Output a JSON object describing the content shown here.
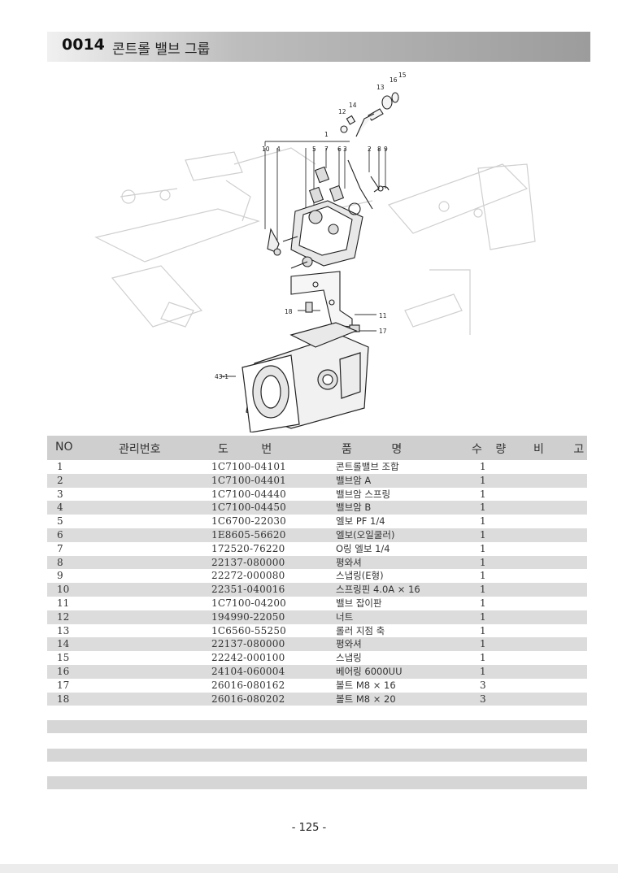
{
  "header": {
    "code": "0014",
    "title": "콘트롤 밸브 그룹"
  },
  "diagram": {
    "callouts": [
      "15",
      "16",
      "13",
      "14",
      "12",
      "1",
      "10",
      "4",
      "5",
      "7",
      "6",
      "3",
      "2",
      "8",
      "9",
      "18",
      "11",
      "17",
      "43-1"
    ]
  },
  "table": {
    "headers": {
      "no": "NO",
      "mgmt": "관리번호",
      "drawing": "도 번",
      "name": "품 명",
      "qty": "수 량",
      "remark": "비 고"
    },
    "rows": [
      {
        "no": "1",
        "part": "1C7100-04101",
        "name": "콘트롤밸브 조합",
        "qty": "1"
      },
      {
        "no": "2",
        "part": "1C7100-04401",
        "name": "밸브암 A",
        "qty": "1"
      },
      {
        "no": "3",
        "part": "1C7100-04440",
        "name": "밸브암 스프링",
        "qty": "1"
      },
      {
        "no": "4",
        "part": "1C7100-04450",
        "name": "밸브암 B",
        "qty": "1"
      },
      {
        "no": "5",
        "part": "1C6700-22030",
        "name": "엘보 PF 1/4",
        "qty": "1"
      },
      {
        "no": "6",
        "part": "1E8605-56620",
        "name": "엘보(오일쿨러)",
        "qty": "1"
      },
      {
        "no": "7",
        "part": "172520-76220",
        "name": "O링 엘보 1/4",
        "qty": "1"
      },
      {
        "no": "8",
        "part": "22137-080000",
        "name": "평와셔",
        "qty": "1"
      },
      {
        "no": "9",
        "part": "22272-000080",
        "name": "스냅링(E형)",
        "qty": "1"
      },
      {
        "no": "10",
        "part": "22351-040016",
        "name": "스프링핀 4.0A × 16",
        "qty": "1"
      },
      {
        "no": "11",
        "part": "1C7100-04200",
        "name": "밸브 잡이판",
        "qty": "1"
      },
      {
        "no": "12",
        "part": "194990-22050",
        "name": "너트",
        "qty": "1"
      },
      {
        "no": "13",
        "part": "1C6560-55250",
        "name": "롤러 지점 축",
        "qty": "1"
      },
      {
        "no": "14",
        "part": "22137-080000",
        "name": "평와셔",
        "qty": "1"
      },
      {
        "no": "15",
        "part": "22242-000100",
        "name": "스냅링",
        "qty": "1"
      },
      {
        "no": "16",
        "part": "24104-060004",
        "name": "베어링 6000UU",
        "qty": "1"
      },
      {
        "no": "17",
        "part": "26016-080162",
        "name": "볼트 M8 × 16",
        "qty": "3"
      },
      {
        "no": "18",
        "part": "26016-080202",
        "name": "볼트 M8 × 20",
        "qty": "3"
      }
    ]
  },
  "footer": {
    "page": "- 125 -"
  }
}
